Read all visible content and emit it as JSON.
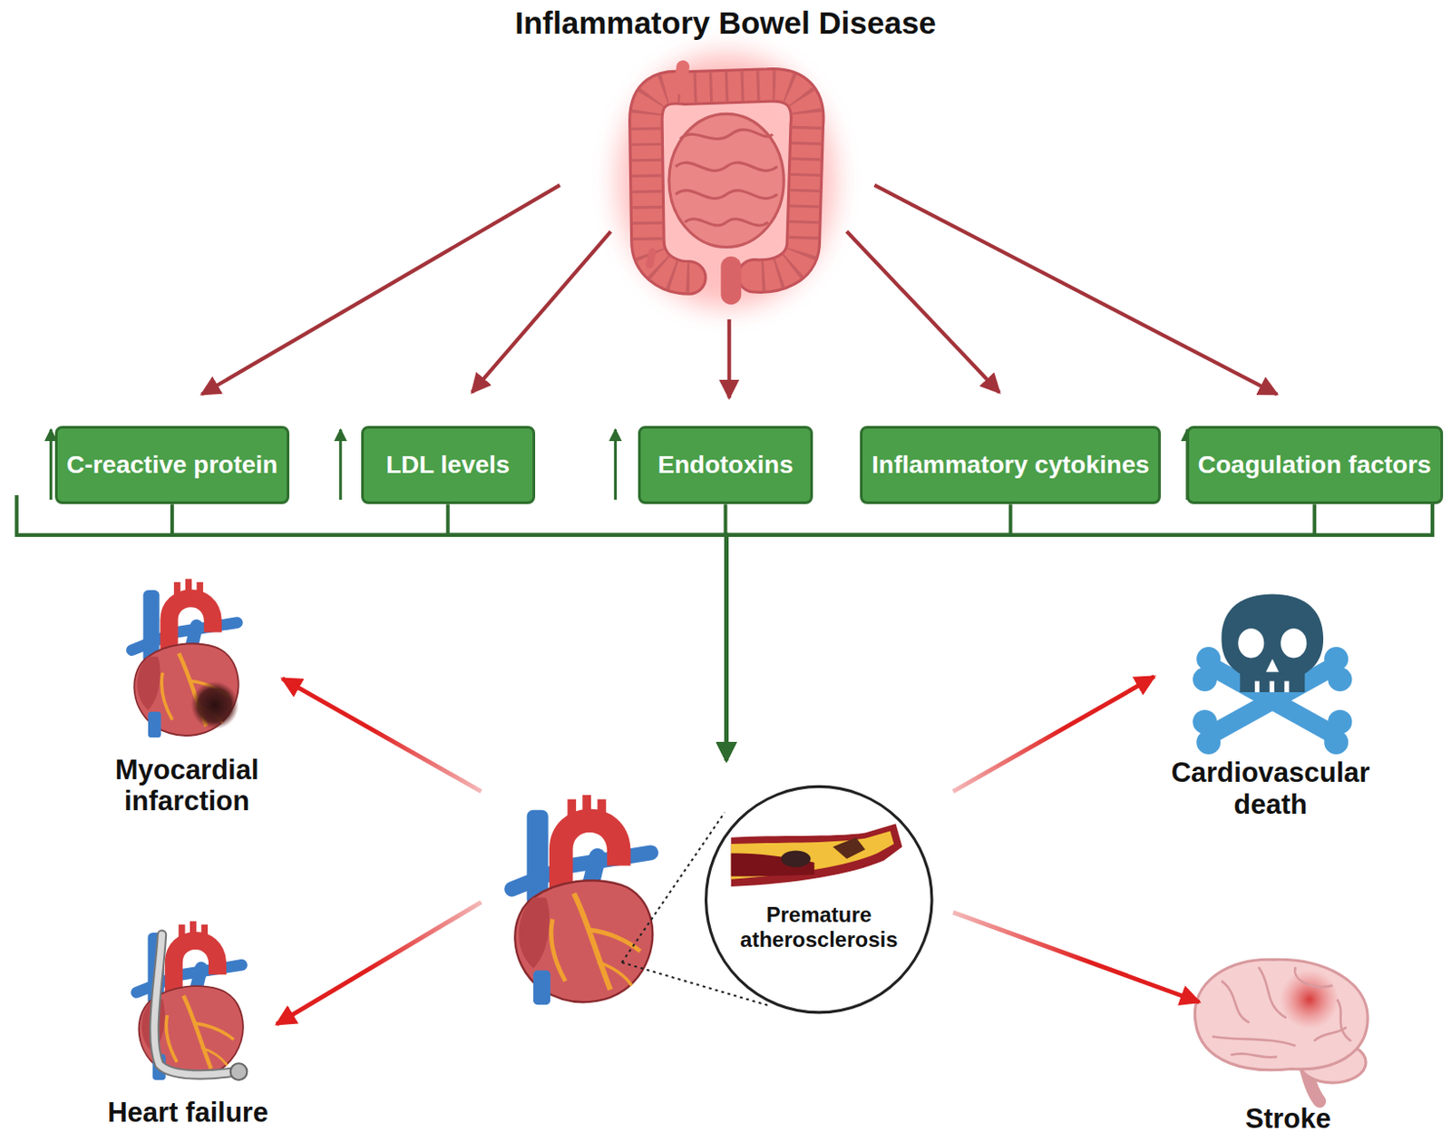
{
  "diagram": {
    "title": "Inflammatory Bowel Disease",
    "nodes": [
      {
        "text": [
          "C-reactive protein"
        ]
      },
      {
        "text": [
          "LDL levels"
        ]
      },
      {
        "text": [
          "Endotoxins"
        ]
      },
      {
        "text": [
          "Inflammatory cytokines"
        ]
      },
      {
        "text": [
          "Coagulation factors"
        ]
      },
      {
        "text": [
          "Myocardial infarction"
        ]
      },
      {
        "text": [
          "Cardiovascular death"
        ]
      },
      {
        "text": [
          "Premature atherosclerosis"
        ]
      },
      {
        "text": [
          "Heart failure"
        ]
      },
      {
        "text": [
          "Stroke"
        ]
      }
    ],
    "edges": [
      {
        "from": 0,
        "to": 7,
        "arrow": "to"
      },
      {
        "from": 1,
        "to": 7,
        "arrow": "to"
      },
      {
        "from": 2,
        "to": 7,
        "arrow": "to"
      },
      {
        "from": 3,
        "to": 7,
        "arrow": "to"
      },
      {
        "from": 4,
        "to": 7,
        "arrow": "to"
      },
      {
        "from": 7,
        "to": 5,
        "arrow": "to"
      },
      {
        "from": 7,
        "to": 6,
        "arrow": "to"
      },
      {
        "from": 7,
        "to": 8,
        "arrow": "to"
      },
      {
        "from": 7,
        "to": 9,
        "arrow": "to"
      }
    ]
  }
}
